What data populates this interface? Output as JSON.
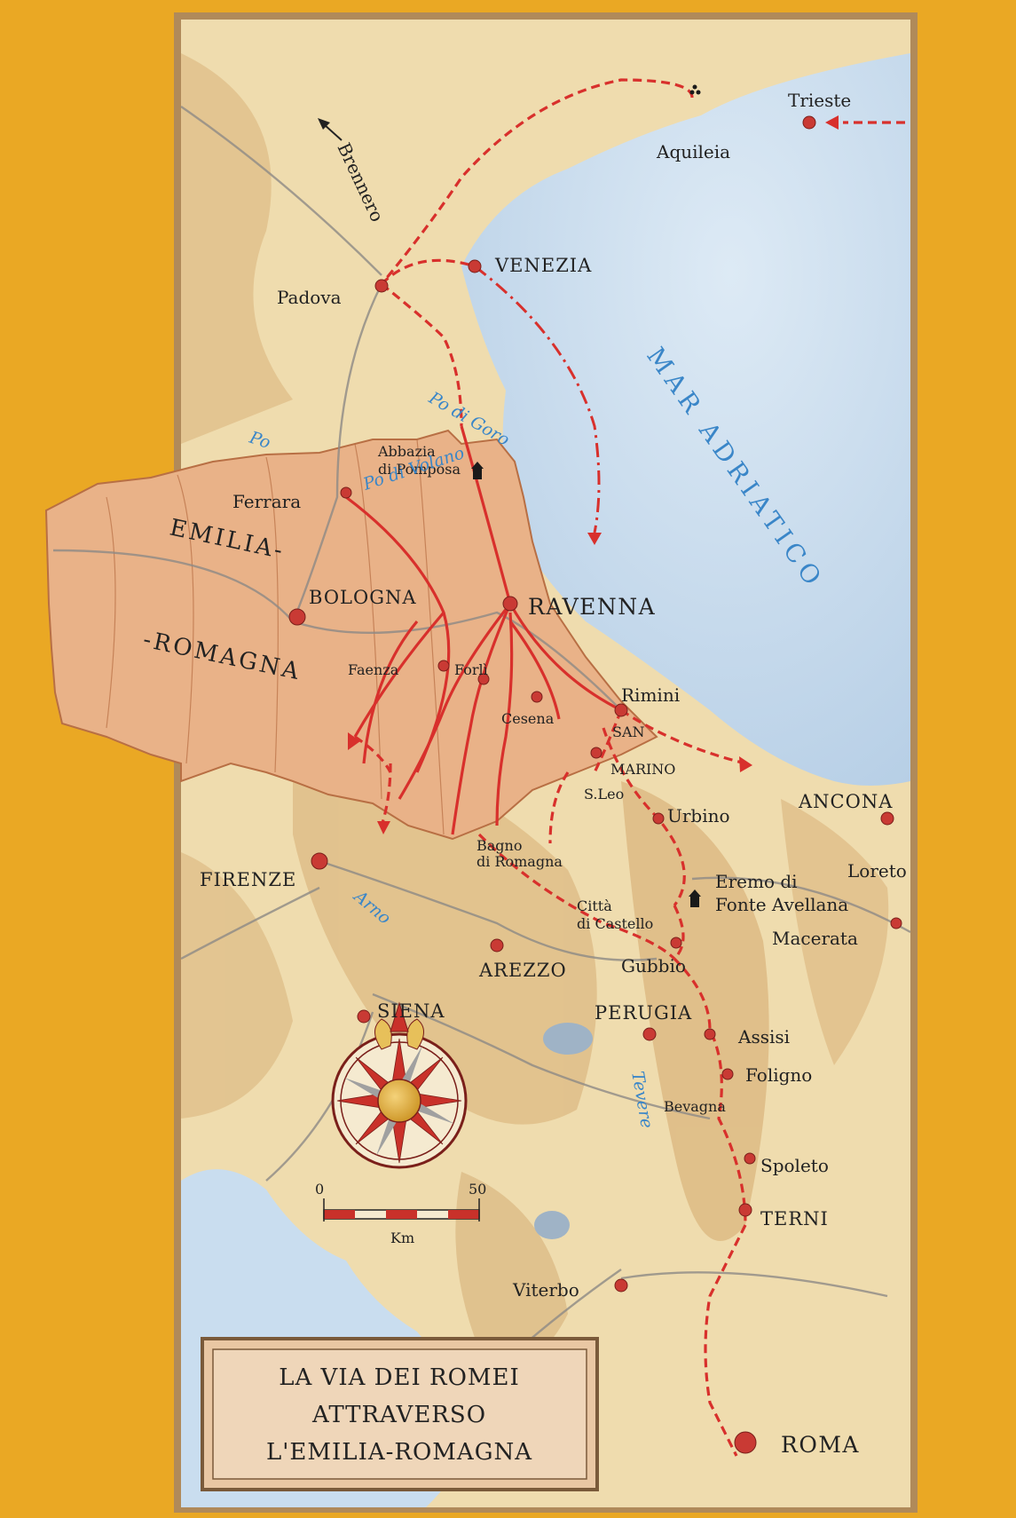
{
  "title": {
    "lines": [
      "LA VIA DEI ROMEI",
      "ATTRAVERSO",
      "L'EMILIA-ROMAGNA"
    ]
  },
  "sea": {
    "label": "MAR ADRIATICO"
  },
  "region": {
    "line1": "EMILIA-",
    "line2": "-ROMAGNA"
  },
  "places": {
    "trieste": "Trieste",
    "aquileia": "Aquileia",
    "brennero": "Brennero",
    "venezia": "VENEZIA",
    "padova": "Padova",
    "abbazia": "Abbazia",
    "di_pomposa": "di Pomposa",
    "ferrara": "Ferrara",
    "bologna": "BOLOGNA",
    "ravenna": "RAVENNA",
    "faenza": "Faenza",
    "forli": "Forlì",
    "cesena": "Cesena",
    "rimini": "Rimini",
    "san": "SAN",
    "marino": "MARINO",
    "sleo": "S.Leo",
    "urbino": "Urbino",
    "ancona": "ANCONA",
    "loreto": "Loreto",
    "bagno": "Bagno",
    "di_romagna": "di Romagna",
    "eremo_di": "Eremo di",
    "fonte_avellana": "Fonte Avellana",
    "citta": "Città",
    "di_castello": "di Castello",
    "macerata": "Macerata",
    "firenze": "FIRENZE",
    "arezzo": "AREZZO",
    "gubbio": "Gubbio",
    "siena": "SIENA",
    "perugia": "PERUGIA",
    "assisi": "Assisi",
    "foligno": "Foligno",
    "bevagna": "Bevagna",
    "spoleto": "Spoleto",
    "terni": "TERNI",
    "viterbo": "Viterbo",
    "roma": "ROMA"
  },
  "rivers": {
    "po": "Po",
    "po_di_goro": "Po di Goro",
    "po_di_volano": "Po di Volano",
    "arno": "Arno",
    "tevere": "Tevere"
  },
  "scale": {
    "zero": "0",
    "fifty": "50",
    "unit": "Km"
  },
  "colors": {
    "background": "#eaa824",
    "parchment": "#efdcae",
    "emilia": "#e9b288",
    "sea": "#c9ddef",
    "route": "#d8302c",
    "river_text": "#3a86c8"
  },
  "icons": {
    "compass": "compass-rose-icon",
    "abbey": "abbey-icon",
    "hermitage": "hermitage-icon"
  }
}
